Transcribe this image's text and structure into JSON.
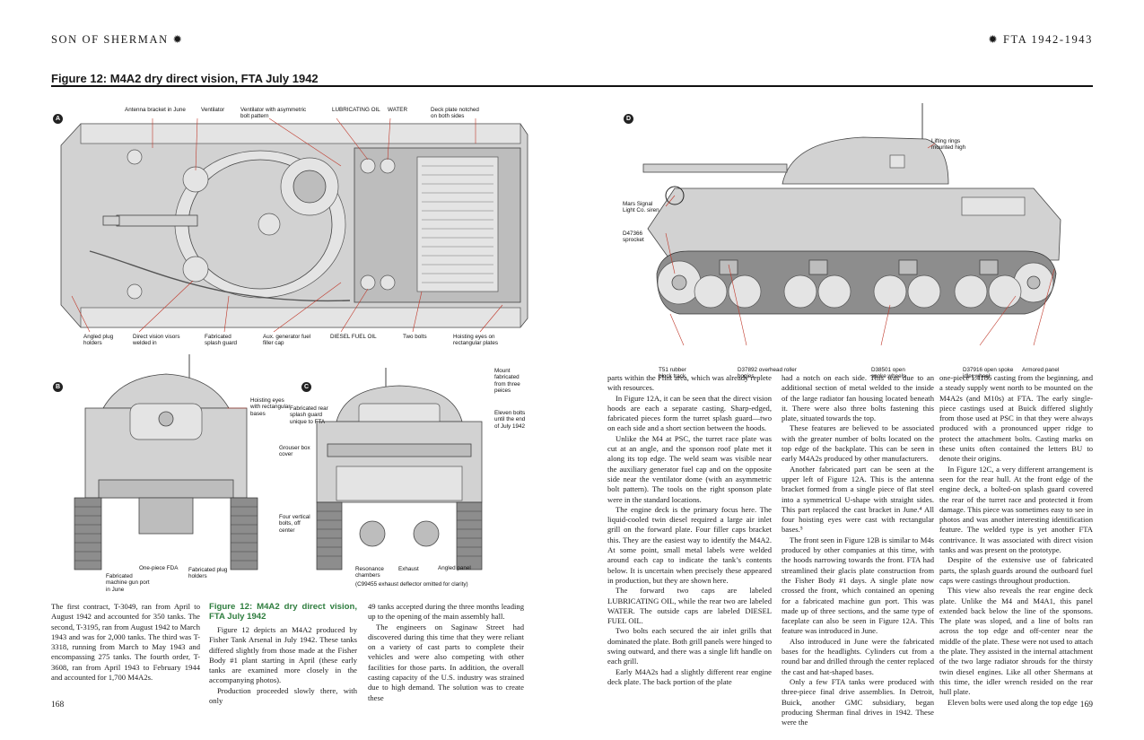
{
  "header": {
    "left": "SON OF SHERMAN ✹",
    "right": "✹ FTA 1942-1943"
  },
  "figure": {
    "title": "Figure 12: M4A2 dry direct vision, FTA July 1942",
    "badges": {
      "a": "A",
      "b": "B",
      "c": "C",
      "d": "D"
    },
    "a_labels": {
      "antenna": "Antenna bracket in June",
      "ventilator": "Ventilator",
      "ventilator_asym": "Ventilator with asymmetric bolt pattern",
      "lub_oil": "LUBRICATING OIL",
      "water": "WATER",
      "deck_plate": "Deck plate notched on both sides",
      "angled_plug": "Angled plug holders",
      "direct_vision": "Direct vision visors welded in",
      "fab_splash": "Fabricated splash guard",
      "aux_gen": "Aux. generator fuel filler cap",
      "diesel": "DIESEL FUEL OIL",
      "two_bolts": "Two bolts",
      "hoisting_eyes": "Hoisting eyes on rectangular plates"
    },
    "b_labels": {
      "hoisting": "Hoisting eyes with rectangular bases",
      "one_piece": "One-piece FDA",
      "fab_mg": "Fabricated machine gun port in June",
      "fab_plug": "Fabricated plug holders"
    },
    "c_labels": {
      "mount": "Mount fabricated from three peices",
      "fab_rear": "Fabricated rear splash guard unique to FTA",
      "eleven": "Eleven bolts until the end of July 1942",
      "grouser": "Grouser box cover",
      "four_vert": "Four vertical bolts, off center",
      "resonance": "Resonance chambers",
      "exhaust": "Exhaust",
      "angled_panel": "Angled panel",
      "c99455": "(C99455 exhaust deflector omitted for clarity)"
    },
    "d_labels": {
      "lifting": "Lifting rings mounted high",
      "mars": "Mars Signal Light Co. siren",
      "sprocket": "D47366 sprocket",
      "t51": "T51 rubber block track",
      "d37892": "D37892 overhead roller bogies",
      "d38501": "D38501 open spoke wheels",
      "d37916": "D37916 open spoke idler wheel",
      "armored": "Armored panel"
    }
  },
  "left_col": [
    "The first contract, T-3049, ran from April to August 1942 and accounted for 350 tanks. The second, T-3195, ran from August 1942 to March 1943 and was for 2,000 tanks. The third was T-3318, running from March to May 1943 and encompassing 275 tanks. The fourth order, T-3608, ran from April 1943 to February 1944 and accounted for 1,700 M4A2s."
  ],
  "mid_col": {
    "heading": "Figure 12: M4A2 dry direct vision, FTA July 1942",
    "paras": [
      "Figure 12 depicts an M4A2 produced by Fisher Tank Arsenal in July 1942. These tanks differed slightly from those made at the Fisher Body #1 plant starting in April (these early tanks are examined more closely in the accompanying photos).",
      "Production proceeded slowly there, with only"
    ]
  },
  "col3": [
    "49 tanks accepted during the three months leading up to the opening of the main assembly hall.",
    "The engineers on Saginaw Street had discovered during this time that they were reliant on a variety of cast parts to complete their vehicles and were also competing with other facilities for those parts. In addition, the overall casting capacity of the U.S. industry was strained due to high demand. The solution was to create these"
  ],
  "col4": [
    "parts within the Flint area, which was already replete with resources.",
    "In Figure 12A, it can be seen that the direct vision hoods are each a separate casting. Sharp-edged, fabricated pieces form the turret splash guard—two on each side and a short section between the hoods.",
    "Unlike the M4 at PSC, the turret race plate was cut at an angle, and the sponson roof plate met it along its top edge. The weld seam was visible near the auxiliary generator fuel cap and on the opposite side near the ventilator dome (with an asymmetric bolt pattern). The tools on the right sponson plate were in the standard locations.",
    "The engine deck is the primary focus here. The liquid-cooled twin diesel required a large air inlet grill on the forward plate. Four filler caps bracket this. They are the easiest way to identify the M4A2. At some point, small metal labels were welded around each cap to indicate the tank’s contents below. It is uncertain when precisely these appeared in production, but they are shown here.",
    "The forward two caps are labeled LUBRICATING OIL, while the rear two are labeled WATER. The outside caps are labeled DIESEL FUEL OIL.",
    "Two bolts each secured the air inlet grills that dominated the plate. Both grill panels were hinged to swing outward, and there was a single lift handle on each grill.",
    "Early M4A2s had a slightly different rear engine deck plate. The back portion of the plate"
  ],
  "col5": [
    "had a notch on each side. This was due to an additional section of metal welded to the inside of the large radiator fan housing located beneath it. There were also three bolts fastening this plate, situated towards the top.",
    "These features are believed to be associated with the greater number of bolts located on the top edge of the backplate. This can be seen in early M4A2s produced by other manufacturers.",
    "Another fabricated part can be seen at the upper left of Figure 12A. This is the antenna bracket formed from a single piece of flat steel into a symmetrical U-shape with straight sides. This part replaced the cast bracket in June.⁴ All four hoisting eyes were cast with rectangular bases.⁵",
    "The front seen in Figure 12B is similar to M4s produced by other companies at this time, with the hoods narrowing towards the front. FTA had streamlined their glacis plate construction from the Fisher Body #1 days. A single plate now crossed the front, which contained an opening for a fabricated machine gun port. This was made up of three sections, and the same type of faceplate can also be seen in Figure 12A. This feature was introduced in June.",
    "Also introduced in June were the fabricated bases for the headlights. Cylinders cut from a round bar and drilled through the center replaced the cast and hat-shaped bases.",
    "Only a few FTA tanks were produced with three-piece final drive assemblies. In Detroit, Buick, another GMC subsidiary, began producing Sherman final drives in 1942. These were the"
  ],
  "col6": [
    "one-piece E4186 casting from the beginning, and a steady supply went north to be mounted on the M4A2s (and M10s) at FTA. The early single-piece castings used at Buick differed slightly from those used at PSC in that they were always produced with a pronounced upper ridge to protect the attachment bolts. Casting marks on these units often contained the letters BU to denote their origins.",
    "In Figure 12C, a very different arrangement is seen for the rear hull. At the front edge of the engine deck, a bolted-on splash guard covered the rear of the turret race and protected it from damage. This piece was sometimes easy to see in photos and was another interesting identification feature. The welded type is yet another FTA contrivance. It was associated with direct vision tanks and was present on the prototype.",
    "Despite of the extensive use of fabricated parts, the splash guards around the outboard fuel caps were castings throughout production.",
    "This view also reveals the rear engine deck plate. Unlike the M4 and M4A1, this panel extended back below the line of the sponsons. The plate was sloped, and a line of bolts ran across the top edge and off-center near the middle of the plate. These were not used to attach the plate. They assisted in the internal attachment of the two large radiator shrouds for the thirsty twin diesel engines. Like all other Shermans at this time, the idler wrench resided on the rear hull plate.",
    "Eleven bolts were used along the top edge"
  ],
  "folio": {
    "left": "168",
    "right": "169"
  }
}
